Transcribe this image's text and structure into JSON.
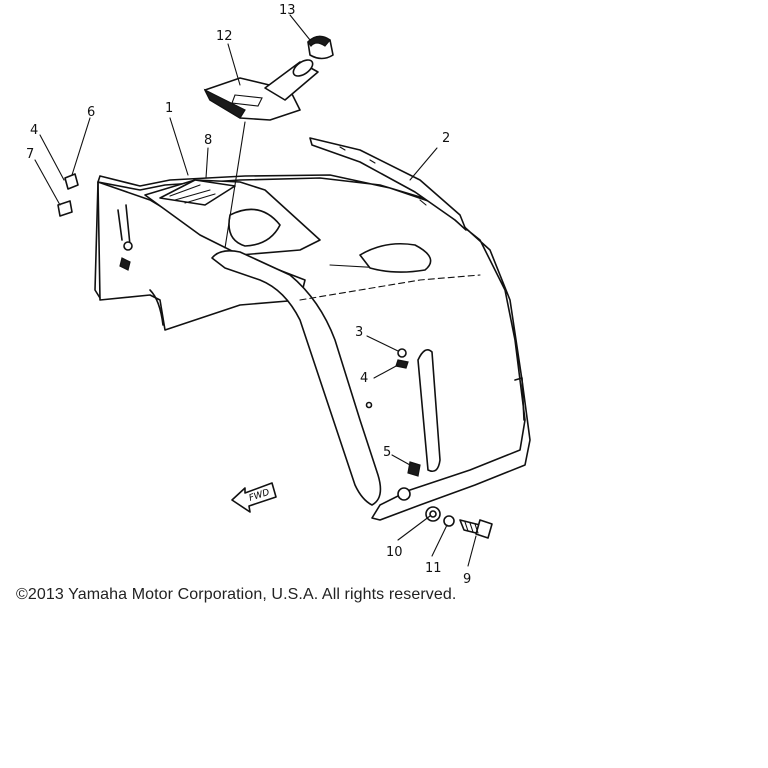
{
  "diagram": {
    "callouts": {
      "c1": "1",
      "c2": "2",
      "c3": "3",
      "c4a": "4",
      "c4b": "4",
      "c5": "5",
      "c6": "6",
      "c7": "7",
      "c8": "8",
      "c9": "9",
      "c10": "10",
      "c11": "11",
      "c12": "12",
      "c13": "13"
    },
    "fwd_label": "FWD"
  },
  "footer": {
    "copyright": "©2013 Yamaha Motor Corporation, U.S.A. All rights reserved."
  }
}
